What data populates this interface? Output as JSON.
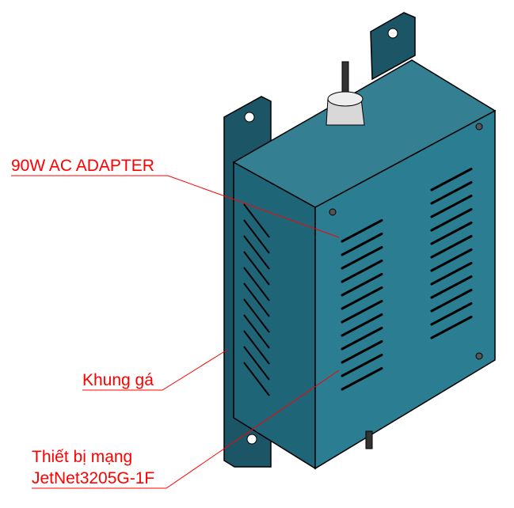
{
  "labels": {
    "adapter": "90W AC ADAPTER",
    "bracket": "Khung gá",
    "device_line1": "Thiết bị mạng",
    "device_line2": "JetNet3205G-1F"
  },
  "colors": {
    "label": "#ff0000",
    "box_front": "#2b7d92",
    "box_top": "#347f92",
    "box_side": "#1f6578",
    "bracket": "#1b5566"
  }
}
